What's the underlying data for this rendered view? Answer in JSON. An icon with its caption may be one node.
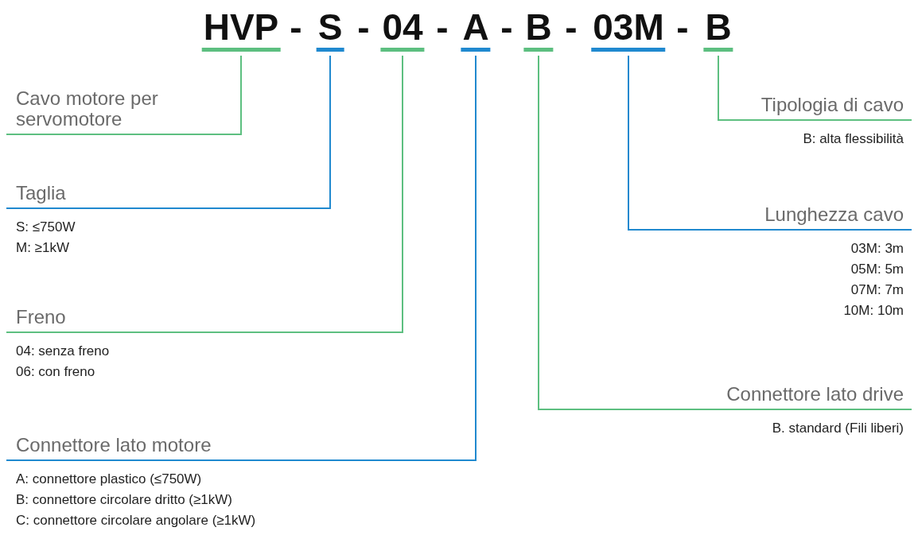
{
  "diagram": {
    "nodes": [
      {
        "text": [
          "HVP"
        ]
      },
      {
        "text": [
          "S"
        ]
      },
      {
        "text": [
          "04"
        ]
      },
      {
        "text": [
          "A"
        ]
      },
      {
        "text": [
          "B"
        ]
      },
      {
        "text": [
          "03M"
        ]
      },
      {
        "text": [
          "B"
        ]
      },
      {
        "text": [
          "Cavo motore per servomotore"
        ]
      },
      {
        "text": [
          "Taglia",
          "S:  ≤750W",
          "M: ≥1kW"
        ]
      },
      {
        "text": [
          "Freno",
          "04: senza freno",
          "06: con freno"
        ]
      },
      {
        "text": [
          "Connettore lato motore",
          "A: connettore plastico (≤750W)",
          "B: connettore circolare dritto (≥1kW)",
          "C: connettore circolare angolare (≥1kW)"
        ]
      },
      {
        "text": [
          "Tipologia di cavo",
          "B: alta flessibilità"
        ]
      },
      {
        "text": [
          "Lunghezza cavo",
          "03M: 3m",
          "05M: 5m",
          "07M: 7m",
          "10M: 10m"
        ]
      },
      {
        "text": [
          "Connettore lato drive",
          "B. standard (Fili liberi)"
        ]
      }
    ],
    "edges": [
      {
        "from": 0,
        "to": 7,
        "arrow": "none"
      },
      {
        "from": 1,
        "to": 8,
        "arrow": "none",
        "color": "#2089cf"
      },
      {
        "from": 2,
        "to": 9,
        "arrow": "none"
      },
      {
        "from": 3,
        "to": 10,
        "arrow": "none",
        "color": "#2089cf"
      },
      {
        "from": 4,
        "to": 13,
        "arrow": "none"
      },
      {
        "from": 5,
        "to": 12,
        "arrow": "none",
        "color": "#2089cf"
      },
      {
        "from": 6,
        "to": 11,
        "arrow": "none"
      }
    ],
    "labels": [
      "-",
      "-",
      "-",
      "-",
      "-",
      "-"
    ]
  }
}
